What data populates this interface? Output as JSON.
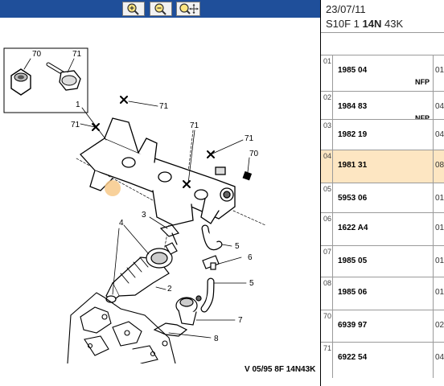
{
  "toolbar": {
    "buttons": [
      {
        "icon": "zoom-in-icon",
        "glyph": "+"
      },
      {
        "icon": "zoom-out-icon",
        "glyph": "−"
      },
      {
        "icon": "zoom-move-icon",
        "glyph": "✥"
      }
    ]
  },
  "diagram": {
    "callouts": {
      "c1": "1",
      "c2": "2",
      "c3": "3",
      "c4": "4",
      "c5a": "5",
      "c5b": "5",
      "c6": "6",
      "c7": "7",
      "c8": "8",
      "c70_box": "70",
      "c71_box": "71",
      "c71_a": "71",
      "c71_b": "71",
      "c71_c": "71",
      "c71_d": "71",
      "c70_main": "70"
    },
    "reference": "V 05/95 8F 14N43K"
  },
  "header": {
    "date": "23/07/11",
    "model_prefix": "S10F 1 ",
    "model_bold": "14N",
    "model_suffix": " 43K"
  },
  "parts": [
    {
      "idx": "01",
      "ref": "1985 04",
      "note": "NFP",
      "qty": "01"
    },
    {
      "idx": "02",
      "ref": "1984 83",
      "note": "NFP",
      "qty": "04"
    },
    {
      "idx": "03",
      "ref": "1982 19",
      "note": "",
      "qty": "04"
    },
    {
      "idx": "04",
      "ref": "1981 31",
      "note": "",
      "qty": "08"
    },
    {
      "idx": "05",
      "ref": "5953 06",
      "note": "",
      "qty": "01"
    },
    {
      "idx": "06",
      "ref": "1622 A4",
      "note": "",
      "qty": "01"
    },
    {
      "idx": "07",
      "ref": "1985 05",
      "note": "",
      "qty": "01"
    },
    {
      "idx": "08",
      "ref": "1985 06",
      "note": "",
      "qty": "01"
    },
    {
      "idx": "70",
      "ref": "6939 97",
      "note": "",
      "qty": "02"
    },
    {
      "idx": "71",
      "ref": "6922 54",
      "note": "",
      "qty": "04"
    }
  ],
  "selected_row": 3,
  "colors": {
    "toolbar": "#1f4f9a",
    "selected_row": "#fde6c2",
    "highlight_dot": "#f7c98a"
  }
}
